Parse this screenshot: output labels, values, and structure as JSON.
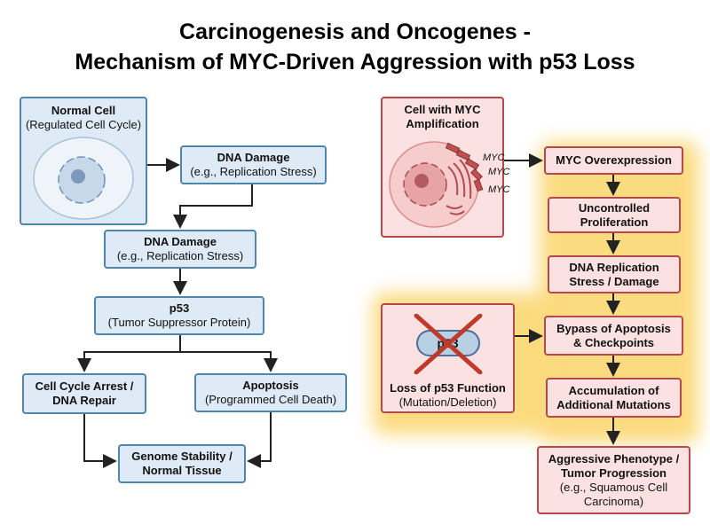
{
  "title": {
    "line1": "Carcinogenesis and Oncogenes -",
    "line2": "Mechanism of MYC-Driven Aggression with p53 Loss"
  },
  "left": {
    "normal_cell": {
      "title": "Normal Cell",
      "subtitle": "(Regulated Cell Cycle)"
    },
    "dna_damage_1": {
      "title": "DNA Damage",
      "subtitle": "(e.g., Replication Stress)"
    },
    "dna_damage_2": {
      "title": "DNA Damage",
      "subtitle": "(e.g., Replication Stress)"
    },
    "p53": {
      "title": "p53",
      "subtitle": "(Tumor Suppressor Protein)"
    },
    "arrest": {
      "line1": "Cell Cycle Arrest /",
      "line2": "DNA Repair"
    },
    "apoptosis": {
      "title": "Apoptosis",
      "subtitle": "(Programmed Cell Death)"
    },
    "genome": {
      "line1": "Genome Stability /",
      "line2": "Normal Tissue"
    }
  },
  "right": {
    "myc_cell": {
      "line1": "Cell with MYC",
      "line2": "Amplification",
      "gene_labels": [
        "MYC",
        "MYC",
        "MYC"
      ]
    },
    "overexpression": "MYC Overexpression",
    "proliferation": {
      "line1": "Uncontrolled",
      "line2": "Proliferation"
    },
    "replication": {
      "line1": "DNA Replication",
      "line2": "Stress / Damage"
    },
    "bypass": {
      "line1": "Bypass of Apoptosis",
      "line2": "& Checkpoints"
    },
    "accumulation": {
      "line1": "Accumulation of",
      "line2": "Additional Mutations"
    },
    "aggressive": {
      "line1": "Aggressive Phenotype /",
      "line2": "Tumor Progression",
      "line3": "(e.g., Squamous Cell",
      "line4": "Carcinoma)"
    },
    "p53_loss": {
      "protein_label": "p53",
      "title": "Loss of p53 Function",
      "subtitle": "(Mutation/Deletion)"
    }
  },
  "colors": {
    "normal_fill": "#deeaf6",
    "normal_border": "#4f86ad",
    "cancer_fill": "#fbe1e1",
    "cancer_border": "#b5484d",
    "highlight": "#fbd56a",
    "cross": "#c0392b"
  }
}
